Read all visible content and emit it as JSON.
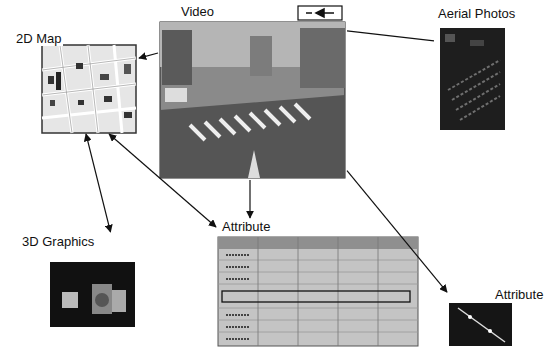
{
  "diagram": {
    "nodes": [
      {
        "text": [
          "2D Map"
        ]
      },
      {
        "text": [
          "Video"
        ]
      },
      {
        "text": [
          "Aerial Photos"
        ]
      },
      {
        "text": [
          "3D Graphics"
        ]
      },
      {
        "text": [
          "Attribute"
        ]
      },
      {
        "text": [
          "Attribute"
        ]
      }
    ],
    "edges": [
      {
        "from": 1,
        "to": 0,
        "arrow": "to"
      },
      {
        "from": 1,
        "to": 2,
        "arrow": "none"
      },
      {
        "from": 0,
        "to": 3,
        "arrow": "both"
      },
      {
        "from": 0,
        "to": 4,
        "arrow": "both"
      },
      {
        "from": 1,
        "to": 4,
        "arrow": "to"
      },
      {
        "from": 1,
        "to": 5,
        "arrow": "to"
      }
    ]
  }
}
